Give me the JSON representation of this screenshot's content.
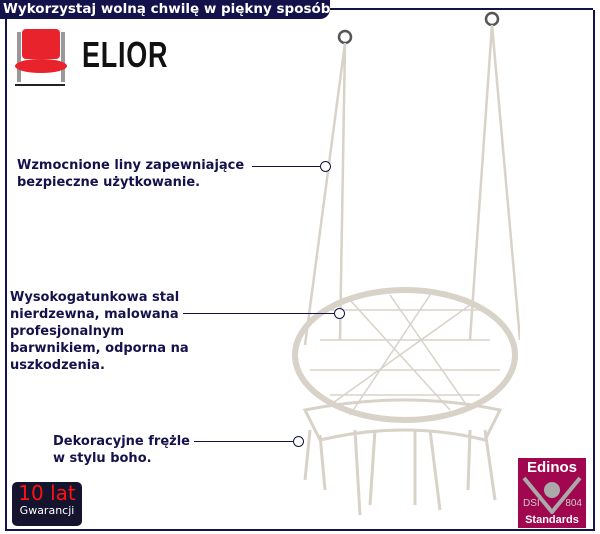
{
  "header": {
    "title": "Wykorzystaj wolną chwilę w piękny sposób"
  },
  "brand": {
    "name": "ELIOR",
    "accent": "#e8232b"
  },
  "callouts": [
    {
      "lines": [
        "Wzmocnione liny zapewniające",
        "bezpieczne użytkowanie."
      ]
    },
    {
      "lines": [
        "Wysokogatunkowa stal",
        "nierdzewna, malowana",
        "profesjonalnym",
        "barwnikiem, odporna na",
        "uszkodzenia."
      ]
    },
    {
      "lines": [
        "Dekoracyjne frężle",
        "w stylu boho."
      ]
    }
  ],
  "badges": {
    "warranty": {
      "years": "10 lat",
      "label": "Gwarancji"
    },
    "edinos": {
      "title": "Edinos",
      "left": "DSI",
      "right": "804",
      "bottom": "Standards"
    }
  },
  "colors": {
    "navy": "#14124a",
    "edinos": "#a0074f"
  }
}
